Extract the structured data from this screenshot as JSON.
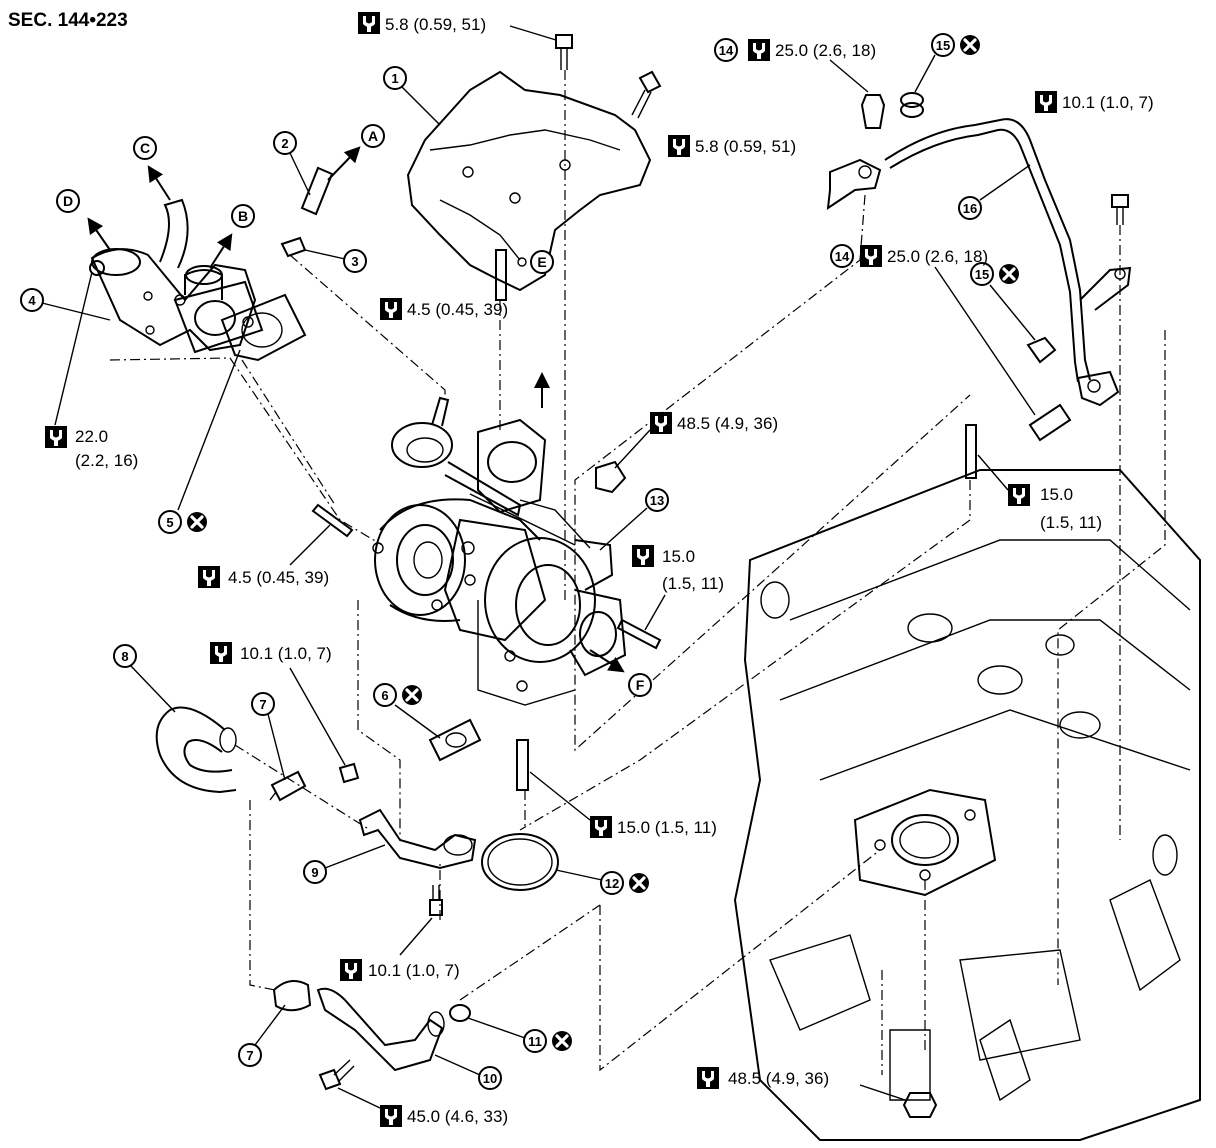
{
  "section_label": "SEC. 144•223",
  "torques": {
    "t_top_bolt": "5.8 (0.59, 51)",
    "t_side_bolt": "5.8 (0.59, 51)",
    "t_stud_upper": "4.5 (0.45, 39)",
    "t_stud_left": "4.5 (0.45, 39)",
    "t_outlet_line1": "22.0",
    "t_outlet_line2": "(2.2, 16)",
    "t_nut": "48.5 (4.9, 36)",
    "t_stud_right_line1": "15.0",
    "t_stud_right_line2": "(1.5, 11)",
    "t_block_stud_line1": "15.0",
    "t_block_stud_line2": "(1.5, 11)",
    "t_lower_stud": "15.0 (1.5, 11)",
    "t_eye_bolt_top": "25.0 (2.6, 18)",
    "t_eye_bolt_mid": "25.0 (2.6, 18)",
    "t_tube_bracket_bolt": "10.1 (1.0, 7)",
    "t_oil_inlet_bolt": "10.1 (1.0, 7)",
    "t_oil_return_bolt": "10.1 (1.0, 7)",
    "t_lower_pipe_bolt": "45.0 (4.6, 33)",
    "t_bottom_nut": "48.5 (4.9, 36)"
  },
  "callouts": {
    "c1": "1",
    "c2": "2",
    "c3": "3",
    "c4": "4",
    "c5": "5",
    "c6": "6",
    "c7a": "7",
    "c7b": "7",
    "c8": "8",
    "c9": "9",
    "c10": "10",
    "c11": "11",
    "c12": "12",
    "c13": "13",
    "c14a": "14",
    "c14b": "14",
    "c15a": "15",
    "c15b": "15",
    "c16": "16"
  },
  "arrows": {
    "a": "A",
    "b": "B",
    "c": "C",
    "d": "D",
    "e": "E",
    "f": "F"
  },
  "icons": {
    "torque": "torque-wrench-icon",
    "replace": "do-not-reuse-icon"
  }
}
